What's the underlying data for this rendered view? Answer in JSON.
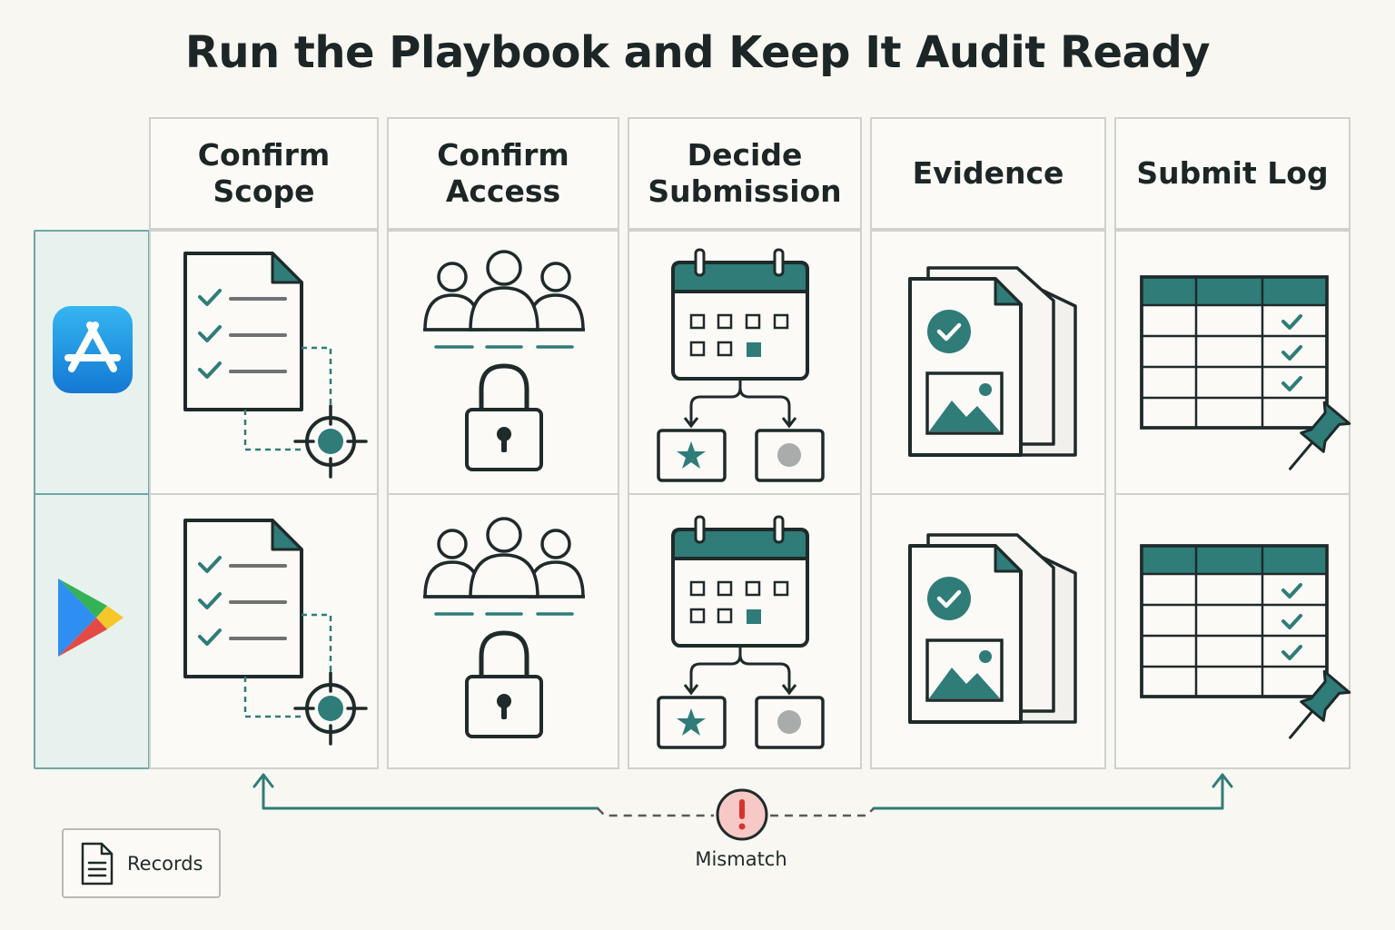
{
  "title": "Run the Playbook and Keep It Audit Ready",
  "columns": [
    {
      "label": "Confirm Scope",
      "icon": "checklist-target-icon"
    },
    {
      "label": "Confirm Access",
      "icon": "team-lock-icon"
    },
    {
      "label": "Decide Submission",
      "icon": "calendar-decision-icon"
    },
    {
      "label": "Evidence",
      "icon": "evidence-documents-icon"
    },
    {
      "label": "Submit Log",
      "icon": "log-table-pin-icon"
    }
  ],
  "platforms": [
    {
      "icon": "app-store-icon"
    },
    {
      "icon": "google-play-icon"
    }
  ],
  "flow": {
    "mismatch_label": "Mismatch",
    "mismatch_icon": "exclamation-icon"
  },
  "records": {
    "label": "Records",
    "icon": "document-icon"
  },
  "colors": {
    "accent": "#2f7c78",
    "accent_dark": "#1f6b67",
    "outline": "#1f2a2a",
    "alert_fill": "#f6c9c6",
    "alert_red": "#d8332d"
  }
}
